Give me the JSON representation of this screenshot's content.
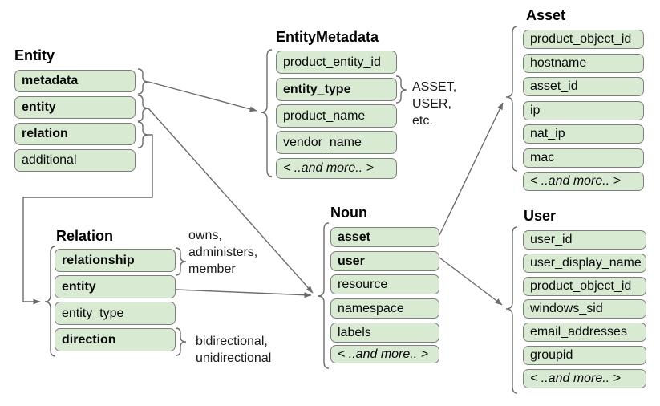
{
  "tables": {
    "entity": {
      "title": "Entity",
      "rows": [
        {
          "label": "metadata",
          "bold": true
        },
        {
          "label": "entity",
          "bold": true
        },
        {
          "label": "relation",
          "bold": true
        },
        {
          "label": "additional",
          "bold": false
        }
      ]
    },
    "entity_metadata": {
      "title": "EntityMetadata",
      "rows": [
        {
          "label": "product_entity_id",
          "bold": false
        },
        {
          "label": "entity_type",
          "bold": true
        },
        {
          "label": "product_name",
          "bold": false
        },
        {
          "label": "vendor_name",
          "bold": false
        },
        {
          "label": "< ..and more.. >",
          "bold": false,
          "italic": true
        }
      ]
    },
    "asset": {
      "title": "Asset",
      "rows": [
        {
          "label": "product_object_id",
          "bold": false
        },
        {
          "label": "hostname",
          "bold": false
        },
        {
          "label": "asset_id",
          "bold": false
        },
        {
          "label": "ip",
          "bold": false
        },
        {
          "label": "nat_ip",
          "bold": false
        },
        {
          "label": "mac",
          "bold": false
        },
        {
          "label": "< ..and more.. >",
          "bold": false,
          "italic": true
        }
      ]
    },
    "noun": {
      "title": "Noun",
      "rows": [
        {
          "label": "asset",
          "bold": true
        },
        {
          "label": "user",
          "bold": true
        },
        {
          "label": "resource",
          "bold": false
        },
        {
          "label": "namespace",
          "bold": false
        },
        {
          "label": "labels",
          "bold": false
        },
        {
          "label": "< ..and more.. >",
          "bold": false,
          "italic": true
        }
      ]
    },
    "relation": {
      "title": "Relation",
      "rows": [
        {
          "label": "relationship",
          "bold": true
        },
        {
          "label": "entity",
          "bold": true
        },
        {
          "label": "entity_type",
          "bold": false
        },
        {
          "label": "direction",
          "bold": true
        }
      ]
    },
    "user": {
      "title": "User",
      "rows": [
        {
          "label": "user_id",
          "bold": false
        },
        {
          "label": "user_display_name",
          "bold": false
        },
        {
          "label": "product_object_id",
          "bold": false
        },
        {
          "label": "windows_sid",
          "bold": false
        },
        {
          "label": "email_addresses",
          "bold": false
        },
        {
          "label": "groupid",
          "bold": false
        },
        {
          "label": "< ..and more.. >",
          "bold": false,
          "italic": true
        }
      ]
    }
  },
  "annotations": {
    "entity_type_values": "ASSET,\nUSER,\netc.",
    "relationship_values": "owns,\nadministers,\nmember",
    "direction_values": "bidirectional,\nunidirectional"
  },
  "colors": {
    "box_fill": "#d9ead3",
    "box_border": "#7e7e7e",
    "connector": "#6b6b6b",
    "text": "#000000",
    "background": "#ffffff"
  }
}
